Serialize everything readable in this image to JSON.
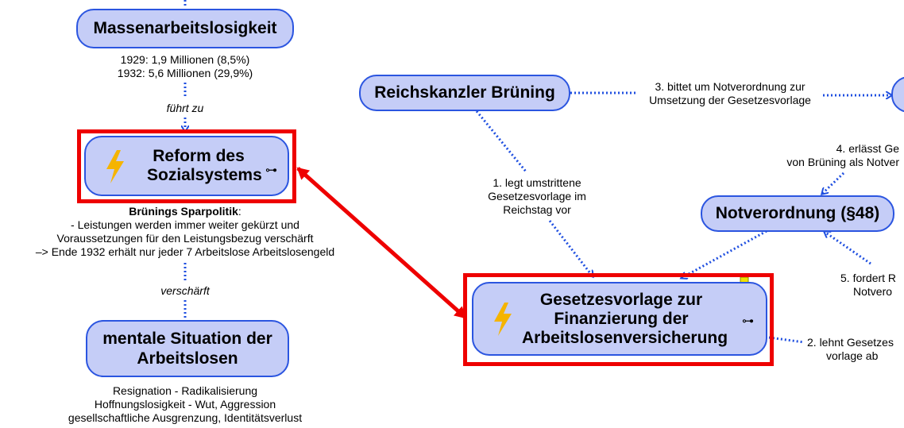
{
  "nodes": {
    "massenarbeitslosigkeit": "Massenarbeitslosigkeit",
    "reform": "Reform des Sozialsystems",
    "mental": "mentale Situation der Arbeitslosen",
    "bruening": "Reichskanzler Brüning",
    "notverordnung": "Notverordnung (§48)",
    "gesetzesvorlage": "Gesetzesvorlage zur Finanzierung der Arbeitslosenversicherung"
  },
  "notes": {
    "arbeitslos_1929": "1929: 1,9 Millionen (8,5%)",
    "arbeitslos_1932": "1932: 5,6 Millionen (29,9%)",
    "sparpolitik_title": "Brünings Sparpolitik",
    "sparpolitik_line1": "- Leistungen werden immer weiter gekürzt und",
    "sparpolitik_line2": "Voraussetzungen für den Leistungsbezug verschärft",
    "sparpolitik_line3": "–> Ende 1932 erhält nur jeder 7 Arbeitslose Arbeitslosengeld",
    "mental_line1": "Resignation - Radikalisierung",
    "mental_line2": "Hoffnungslosigkeit - Wut, Aggression",
    "mental_line3": "gesellschaftliche Ausgrenzung, Identitätsverlust"
  },
  "edges": {
    "fuehrt_zu": "führt zu",
    "verschaerft": "verschärft",
    "step1_line1": "1. legt umstrittene",
    "step1_line2": "Gesetzesvorlage im",
    "step1_line3": "Reichstag vor",
    "step2_line1": "2. lehnt Gesetzes",
    "step2_line2": "vorlage ab",
    "step3_line1": "3. bittet um Notverordnung zur",
    "step3_line2": "Umsetzung der Gesetzesvorlage",
    "step4_line1": "4. erlässt Ge",
    "step4_line2": "von Brüning als Notver",
    "step5_line1": "5. fordert R",
    "step5_line2": "Notvero"
  },
  "colors": {
    "node_fill": "#c5cdf7",
    "node_border": "#2b55e0",
    "connector": "#1f4fe0",
    "highlight": "#ee0000",
    "bolt": "#f5b400"
  }
}
